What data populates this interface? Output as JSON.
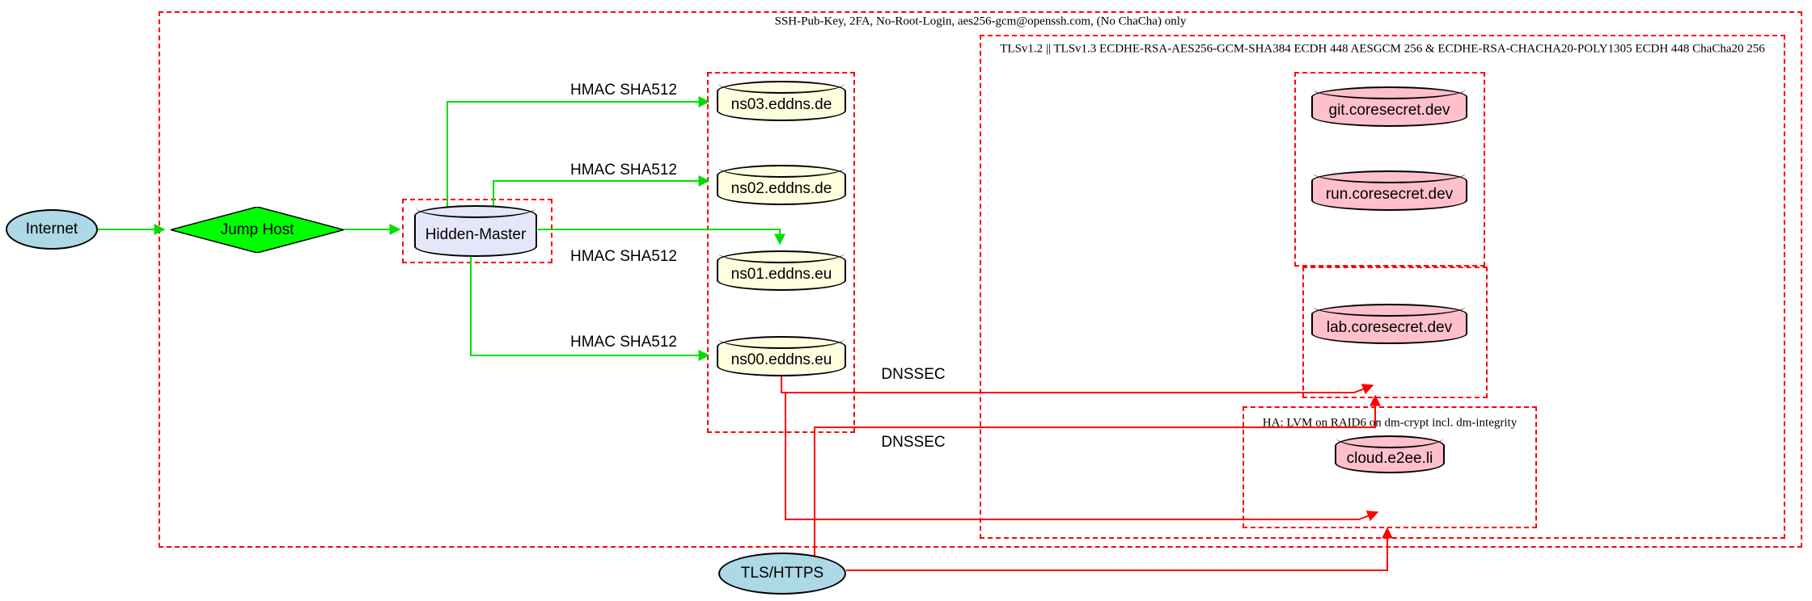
{
  "clusters": {
    "outer_label": "SSH-Pub-Key, 2FA, No-Root-Login, aes256-gcm@openssh.com, (No ChaCha) only",
    "tls_label": "TLSv1.2 || TLSv1.3 ECDHE-RSA-AES256-GCM-SHA384 ECDH 448 AESGCM 256 & ECDHE-RSA-CHACHA20-POLY1305 ECDH 448 ChaCha20 256",
    "ha_label": "HA: LVM on RAID6 on dm-crypt incl. dm-integrity"
  },
  "nodes": {
    "internet": "Internet",
    "jump_host": "Jump Host",
    "hidden_master": "Hidden-Master",
    "ns03": "ns03.eddns.de",
    "ns02": "ns02.eddns.de",
    "ns01": "ns01.eddns.eu",
    "ns00": "ns00.eddns.eu",
    "git": "git.coresecret.dev",
    "run": "run.coresecret.dev",
    "lab": "lab.coresecret.dev",
    "cloud": "cloud.e2ee.li",
    "tls_https": "TLS/HTTPS"
  },
  "edge_labels": {
    "hmac": "HMAC SHA512",
    "dnssec": "DNSSEC"
  },
  "colors": {
    "edge_ssh": "#00dd00",
    "edge_tls_dnssec": "#ff0000",
    "cluster_border": "#ff0000",
    "nameserver_fill": "#ffffe0",
    "webservice_fill": "#ffc0cb",
    "hidden_master_fill": "#e6e6fa",
    "endpoint_fill": "#add8e6",
    "jump_host_fill": "#00ff00"
  }
}
